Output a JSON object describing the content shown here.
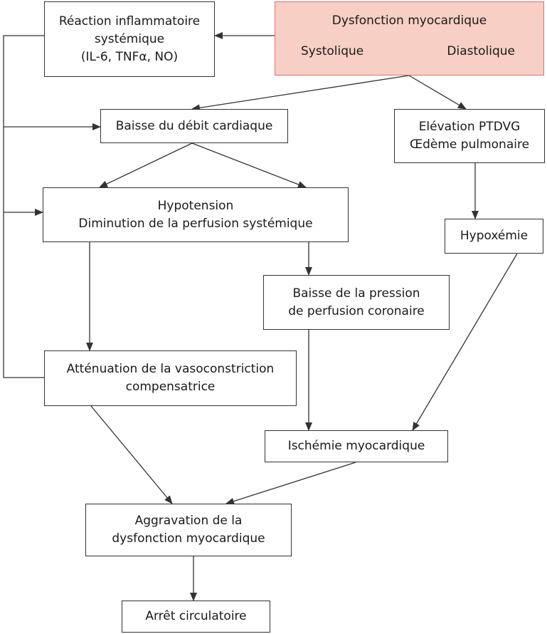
{
  "nodes": {
    "reaction": {
      "lines": [
        "Réaction inflammatoire",
        "systémique",
        "(IL-6, TNFα, NO)"
      ]
    },
    "dysfonction": {
      "title": "Dysfonction myocardique",
      "left": "Systolique",
      "right": "Diastolique",
      "fill": "#f7cfc4",
      "border": "#d8736b"
    },
    "baisse_debit": {
      "lines": [
        "Baisse du débit cardiaque"
      ]
    },
    "elevation": {
      "lines": [
        "Elévation PTDVG",
        "Œdème pulmonaire"
      ]
    },
    "hypotension": {
      "lines": [
        "Hypotension",
        "Diminution de la perfusion systémique"
      ]
    },
    "hypoxemie": {
      "lines": [
        "Hypoxémie"
      ]
    },
    "baisse_pression": {
      "lines": [
        "Baisse de la pression",
        "de perfusion coronaire"
      ]
    },
    "attenuation": {
      "lines": [
        "Atténuation de la vasoconstriction",
        "compensatrice"
      ]
    },
    "ischemie": {
      "lines": [
        "Ischémie myocardique"
      ]
    },
    "aggravation": {
      "lines": [
        "Aggravation de la",
        "dysfonction myocardique"
      ]
    },
    "arret": {
      "lines": [
        "Arrêt circulatoire"
      ]
    }
  }
}
